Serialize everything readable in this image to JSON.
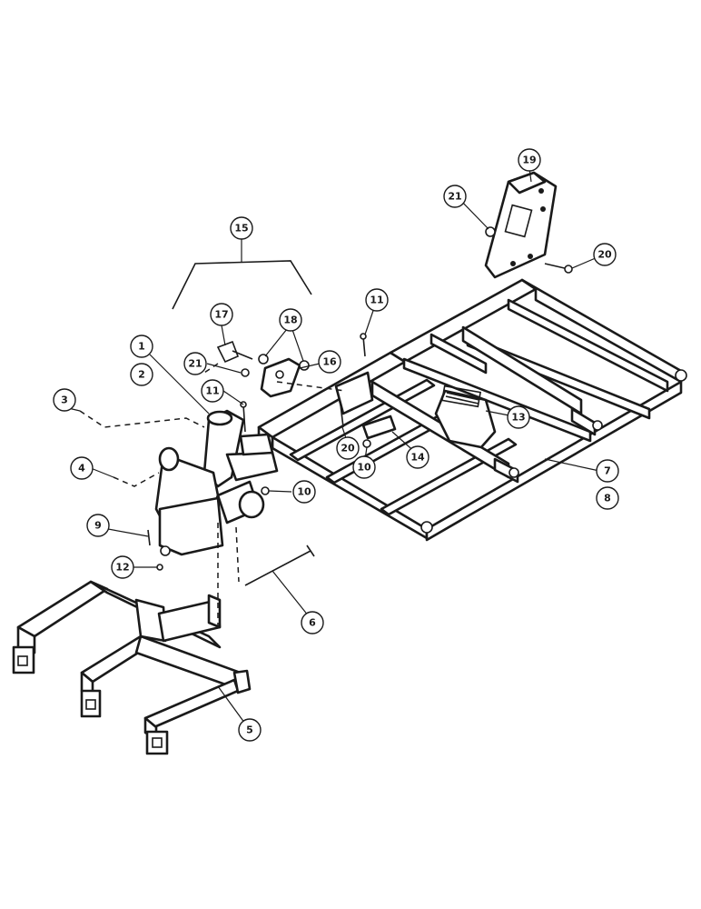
{
  "callouts": [
    {
      "id": "c1",
      "label": "1"
    },
    {
      "id": "c2",
      "label": "2"
    },
    {
      "id": "c3",
      "label": "3"
    },
    {
      "id": "c4",
      "label": "4"
    },
    {
      "id": "c5",
      "label": "5"
    },
    {
      "id": "c6",
      "label": "6"
    },
    {
      "id": "c7",
      "label": "7"
    },
    {
      "id": "c8",
      "label": "8"
    },
    {
      "id": "c9",
      "label": "9"
    },
    {
      "id": "c10a",
      "label": "10"
    },
    {
      "id": "c10b",
      "label": "10"
    },
    {
      "id": "c11a",
      "label": "11"
    },
    {
      "id": "c11b",
      "label": "11"
    },
    {
      "id": "c12",
      "label": "12"
    },
    {
      "id": "c13",
      "label": "13"
    },
    {
      "id": "c14",
      "label": "14"
    },
    {
      "id": "c15",
      "label": "15"
    },
    {
      "id": "c16",
      "label": "16"
    },
    {
      "id": "c17",
      "label": "17"
    },
    {
      "id": "c18",
      "label": "18"
    },
    {
      "id": "c19",
      "label": "19"
    },
    {
      "id": "c20a",
      "label": "20"
    },
    {
      "id": "c20b",
      "label": "20"
    },
    {
      "id": "c21a",
      "label": "21"
    },
    {
      "id": "c21b",
      "label": "21"
    }
  ]
}
